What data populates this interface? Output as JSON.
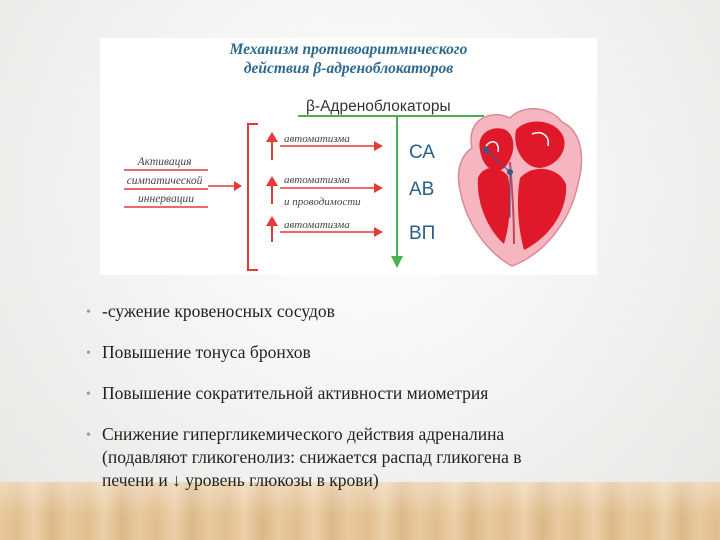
{
  "figure": {
    "title_line1": "Механизм противоаритмического",
    "title_line2": "действия β-адреноблокаторов",
    "beta_label": "β-Адреноблокаторы",
    "left_box": [
      "Активация",
      "симпатической",
      "иннервации"
    ],
    "arrow_labels": [
      "автоматизма",
      "автоматизма",
      "и проводимости",
      "автоматизма"
    ],
    "node_labels": [
      "СА",
      "АВ",
      "ВП"
    ],
    "colors": {
      "title": "#2b6a8e",
      "beta_arrow": "#4caf50",
      "red": "#e53935",
      "heart_red": "#e0192a",
      "heart_pink": "#f6b6bf"
    }
  },
  "bullets": [
    "-сужение кровеносных сосудов",
    "Повышение тонуса бронхов",
    "Повышение сократительной активности миометрия",
    "Снижение гипергликемического действия адреналина",
    "(подавляют гликогенолиз: снижается распад гликогена в",
    "печени и ↓ уровень глюкозы в крови)"
  ]
}
